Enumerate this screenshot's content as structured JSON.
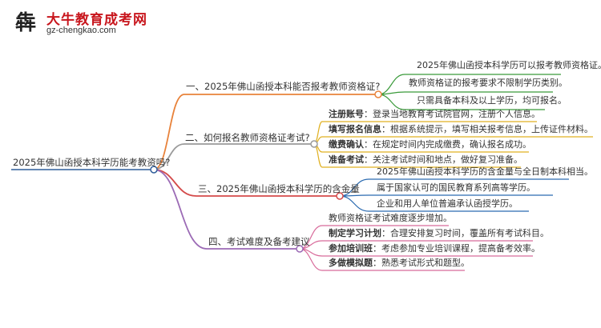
{
  "logo": {
    "title": "大牛教育成考网",
    "url": "gz-chengkao.com"
  },
  "root": "2025年佛山函授本科学历能考教资吗?",
  "branches": [
    {
      "label": "一、2025年佛山函授本科能否报考教师资格证?",
      "color": "#e8823a",
      "leaves": [
        {
          "bold": "",
          "text": "2025年佛山函授本科学历可以报考教师资格证。"
        },
        {
          "bold": "",
          "text": "教师资格证的报考要求不限制学历类别。"
        },
        {
          "bold": "",
          "text": "只需具备本科及以上学历，均可报名。"
        }
      ]
    },
    {
      "label": "二、如何报名教师资格证考试?",
      "color": "#9a9a9a",
      "leaves": [
        {
          "bold": "注册账号",
          "text": "：登录当地教育考试院官网，注册个人信息。"
        },
        {
          "bold": "填写报名信息",
          "text": "：根据系统提示，填写相关报考信息，上传证件材料。"
        },
        {
          "bold": "缴费确认",
          "text": "：在规定时间内完成缴费，确认报名成功。"
        },
        {
          "bold": "准备考试",
          "text": "：关注考试时间和地点，做好复习准备。"
        }
      ]
    },
    {
      "label": "三、2025年佛山函授本科学历的含金量",
      "color": "#d44a4a",
      "leaves": [
        {
          "bold": "",
          "text": "2025年佛山函授本科学历的含金量与全日制本科相当。"
        },
        {
          "bold": "",
          "text": "属于国家认可的国民教育系列高等学历。"
        },
        {
          "bold": "",
          "text": "企业和用人单位普遍承认函授学历。"
        }
      ]
    },
    {
      "label": "四、考试难度及备考建议",
      "color": "#9b6ab5",
      "leaves": [
        {
          "bold": "",
          "text": "教师资格证考试难度逐步增加。"
        },
        {
          "bold": "制定学习计划",
          "text": "：合理安排复习时间，覆盖所有考试科目。"
        },
        {
          "bold": "参加培训班",
          "text": "：考虑参加专业培训课程，提高备考效率。"
        },
        {
          "bold": "多做模拟题",
          "text": "：熟悉考试形式和题型。"
        }
      ]
    }
  ],
  "colors": {
    "root_line": "#2f5d9a",
    "branch1": "#e8823a",
    "branch1_leaves": "#3a9a3a",
    "branch2": "#9a9a9a",
    "branch2_leaves": "#e0b020",
    "branch3": "#d44a4a",
    "branch3_leaves": "#2a6ab0",
    "branch4": "#9b6ab5",
    "branch4_leaves": "#d86a9a"
  }
}
